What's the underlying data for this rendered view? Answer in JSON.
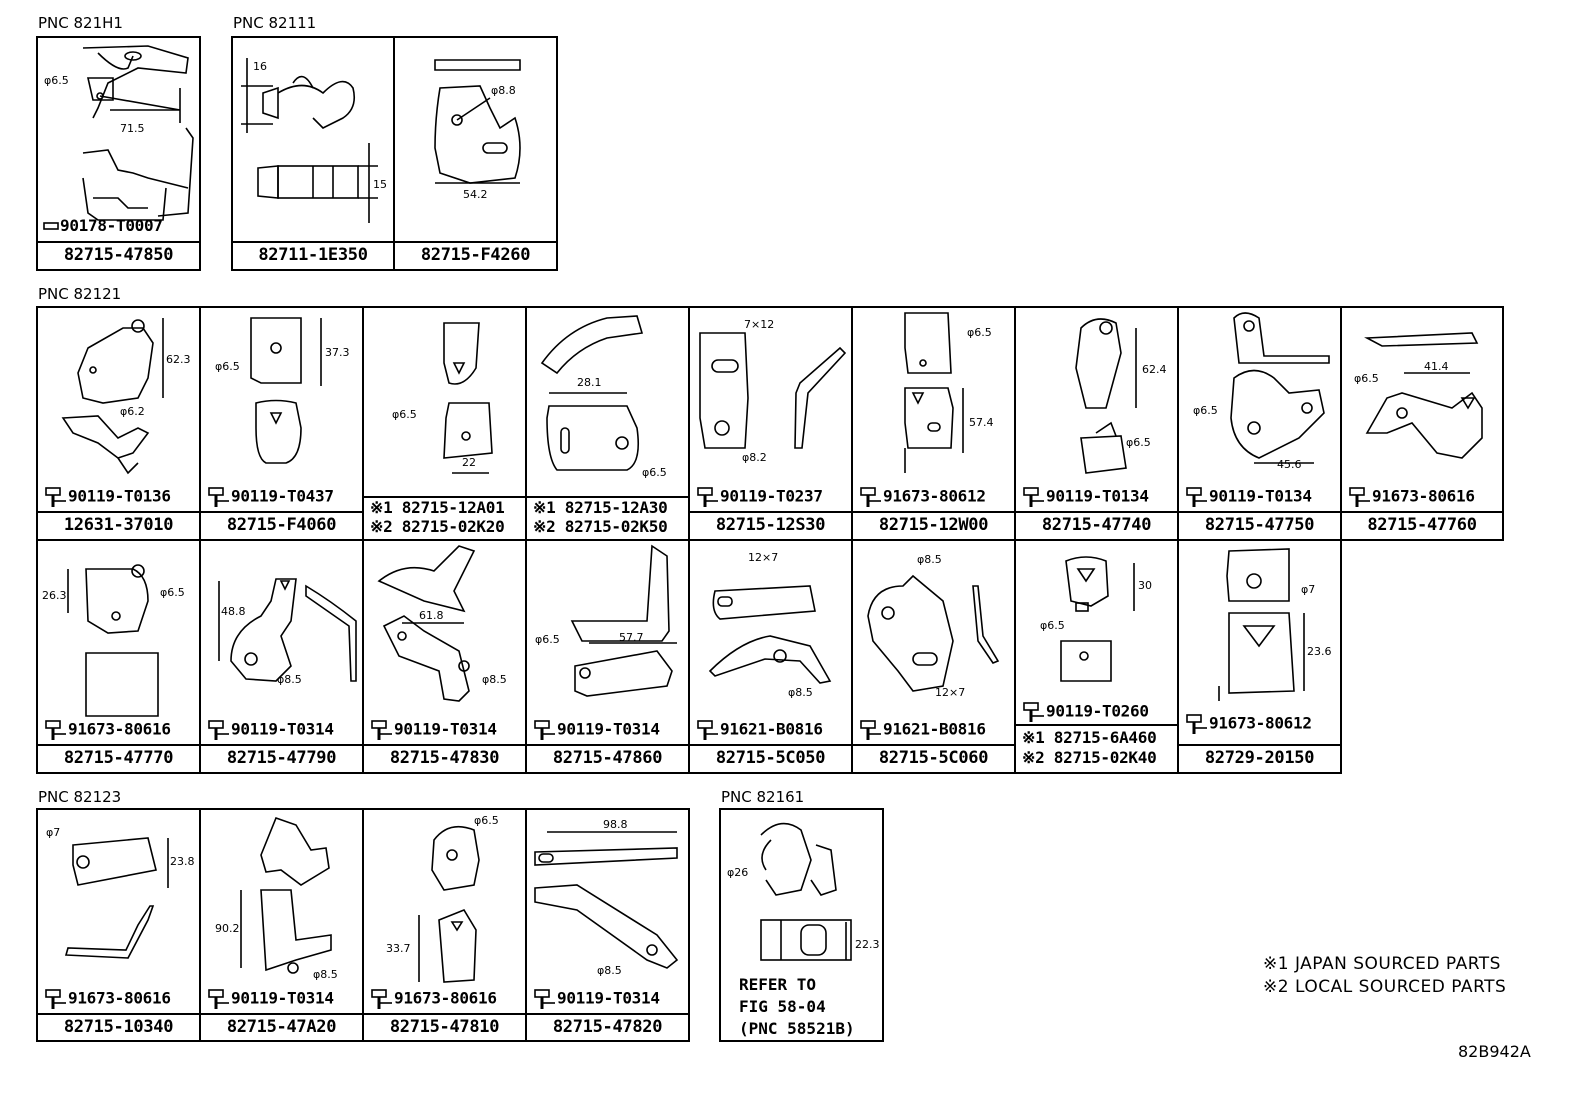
{
  "sections": {
    "pnc_821h1": "PNC 821H1",
    "pnc_82111": "PNC 82111",
    "pnc_82121": "PNC 82121",
    "pnc_82123": "PNC 82123",
    "pnc_82161": "PNC 82161"
  },
  "top_row": [
    {
      "part": "82715-47850",
      "bolt": "90178-T0007",
      "dims": [
        "φ6.5",
        "71.5"
      ]
    },
    {
      "part": "82711-1E350",
      "dims": [
        "16",
        "15"
      ]
    },
    {
      "part": "82715-F4260",
      "dims": [
        "φ8.8",
        "54.2"
      ]
    }
  ],
  "row1": [
    {
      "part": "12631-37010",
      "bolt": "90119-T0136",
      "dims": [
        "62.3",
        "φ6.2"
      ]
    },
    {
      "part": "82715-F4060",
      "bolt": "90119-T0437",
      "dims": [
        "φ6.5",
        "37.3"
      ]
    },
    {
      "part1": "※1 82715-12A01",
      "part2": "※2 82715-02K20",
      "dims": [
        "φ6.5",
        "22"
      ]
    },
    {
      "part1": "※1 82715-12A30",
      "part2": "※2 82715-02K50",
      "dims": [
        "28.1",
        "φ6.5"
      ]
    },
    {
      "part": "82715-12S30",
      "bolt": "90119-T0237",
      "dims": [
        "7×12",
        "φ8.2"
      ]
    },
    {
      "part": "82715-12W00",
      "bolt": "91673-80612",
      "dims": [
        "φ6.5",
        "57.4"
      ]
    },
    {
      "part": "82715-47740",
      "bolt": "90119-T0134",
      "dims": [
        "62.4",
        "φ6.5"
      ]
    },
    {
      "part": "82715-47750",
      "bolt": "90119-T0134",
      "dims": [
        "φ6.5",
        "45.6"
      ]
    },
    {
      "part": "82715-47760",
      "bolt": "91673-80616",
      "dims": [
        "φ6.5",
        "41.4"
      ]
    }
  ],
  "row2": [
    {
      "part": "82715-47770",
      "bolt": "91673-80616",
      "dims": [
        "26.3",
        "φ6.5"
      ]
    },
    {
      "part": "82715-47790",
      "bolt": "90119-T0314",
      "dims": [
        "48.8",
        "φ8.5"
      ]
    },
    {
      "part": "82715-47830",
      "bolt": "90119-T0314",
      "dims": [
        "61.8",
        "φ8.5"
      ]
    },
    {
      "part": "82715-47860",
      "bolt": "90119-T0314",
      "dims": [
        "φ6.5",
        "57.7"
      ]
    },
    {
      "part": "82715-5C050",
      "bolt": "91621-B0816",
      "dims": [
        "12×7",
        "φ8.5"
      ]
    },
    {
      "part": "82715-5C060",
      "bolt": "91621-B0816",
      "dims": [
        "φ8.5",
        "12×7"
      ]
    },
    {
      "part1": "※1 82715-6A460",
      "part2": "※2 82715-02K40",
      "bolt": "90119-T0260",
      "dims": [
        "30",
        "φ6.5"
      ]
    },
    {
      "part": "82729-20150",
      "bolt": "91673-80612",
      "dims": [
        "φ7",
        "23.6"
      ]
    }
  ],
  "row3": [
    {
      "part": "82715-10340",
      "bolt": "91673-80616",
      "dims": [
        "φ7",
        "23.8"
      ]
    },
    {
      "part": "82715-47A20",
      "bolt": "90119-T0314",
      "dims": [
        "90.2",
        "φ8.5"
      ]
    },
    {
      "part": "82715-47810",
      "bolt": "91673-80616",
      "dims": [
        "φ6.5",
        "33.7"
      ]
    },
    {
      "part": "82715-47820",
      "bolt": "90119-T0314",
      "dims": [
        "98.8",
        "φ8.5"
      ]
    }
  ],
  "refer": {
    "line1": "REFER TO",
    "line2": "FIG 58-04",
    "line3": "(PNC 58521B)",
    "dims": [
      "φ26",
      "22.3"
    ]
  },
  "notes": {
    "note1": "※1 JAPAN SOURCED PARTS",
    "note2": "※2 LOCAL SOURCED PARTS"
  },
  "diagram_code": "82B942A"
}
